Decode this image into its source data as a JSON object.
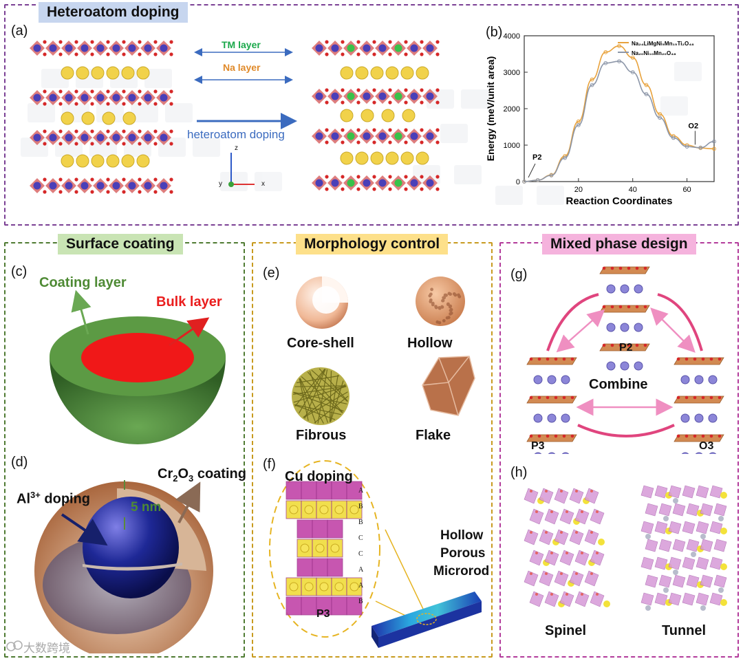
{
  "panels": {
    "top": {
      "title": "Heteroatom doping",
      "border_color": "#7a3f94",
      "title_bg": "#c7d6ef"
    },
    "coating": {
      "title": "Surface coating",
      "border_color": "#4e7a31",
      "title_bg": "#c9e4b4"
    },
    "morphology": {
      "title": "Morphology control",
      "border_color": "#c79a1e",
      "title_bg": "#fde08a"
    },
    "mixed": {
      "title": "Mixed phase design",
      "border_color": "#b23a9a",
      "title_bg": "#f5b3dd"
    }
  },
  "panel_labels": {
    "a": "(a)",
    "b": "(b)",
    "c": "(c)",
    "d": "(d)",
    "e": "(e)",
    "f": "(f)",
    "g": "(g)",
    "h": "(h)"
  },
  "panel_a": {
    "tm_layer": "TM layer",
    "na_layer": "Na layer",
    "heteroatom_doping": "heteroatom doping",
    "axis_z": "z",
    "axis_y": "y",
    "axis_x": "x"
  },
  "chart_data": {
    "type": "line",
    "xlabel": "Reaction Coordinates",
    "ylabel": "Energy (meV/unit area)",
    "xlim": [
      0,
      70
    ],
    "ylim": [
      0,
      4000
    ],
    "xticks": [
      20,
      40,
      60
    ],
    "yticks": [
      0,
      1000,
      2000,
      3000,
      4000
    ],
    "legend_position": "top-right",
    "series": [
      {
        "name": "Na₂₄LiMgNi₅Mn₁₅Ti₂O₄₈",
        "color": "#e8a23c",
        "x": [
          0,
          5,
          10,
          15,
          20,
          25,
          30,
          35,
          40,
          45,
          50,
          55,
          60,
          65,
          70
        ],
        "y": [
          0,
          40,
          180,
          700,
          1650,
          2800,
          3550,
          3720,
          3400,
          2650,
          1850,
          1250,
          1000,
          920,
          900
        ]
      },
      {
        "name": "Na₂₀Ni₁₀Mn₂₀O₄₈",
        "color": "#8c96a8",
        "x": [
          0,
          5,
          10,
          15,
          20,
          25,
          30,
          35,
          40,
          45,
          50,
          55,
          60,
          65,
          70
        ],
        "y": [
          0,
          40,
          170,
          650,
          1550,
          2650,
          3250,
          3300,
          3000,
          2400,
          1750,
          1200,
          960,
          930,
          1100
        ]
      }
    ],
    "annotations": [
      {
        "text": "P2",
        "x": 0,
        "y": 0
      },
      {
        "text": "O2",
        "x": 63,
        "y": 900
      }
    ]
  },
  "panel_c": {
    "coating_layer": "Coating layer",
    "bulk_layer": "Bulk layer"
  },
  "panel_d": {
    "cr2o3_prefix": "Cr",
    "cr2o3_sub1": "2",
    "cr2o3_mid": "O",
    "cr2o3_sub2": "3",
    "cr2o3_suffix": " coating",
    "al_prefix": "Al",
    "al_sup": "3+",
    "al_suffix": " doping",
    "thickness": "5 nm"
  },
  "panel_e": {
    "core_shell": "Core-shell",
    "hollow": "Hollow",
    "fibrous": "Fibrous",
    "flake": "Flake"
  },
  "panel_f": {
    "cu_doping": "Cu doping",
    "p3": "P3",
    "stacking": [
      "A",
      "B",
      "B",
      "C",
      "C",
      "A",
      "A",
      "B"
    ],
    "rod_line1": "Hollow",
    "rod_line2": "Porous",
    "rod_line3": "Microrod"
  },
  "panel_g": {
    "p2": "P2",
    "p3": "P3",
    "o3": "O3",
    "combine": "Combine"
  },
  "panel_h": {
    "spinel": "Spinel",
    "tunnel": "Tunnel"
  },
  "watermark": "大数跨境"
}
